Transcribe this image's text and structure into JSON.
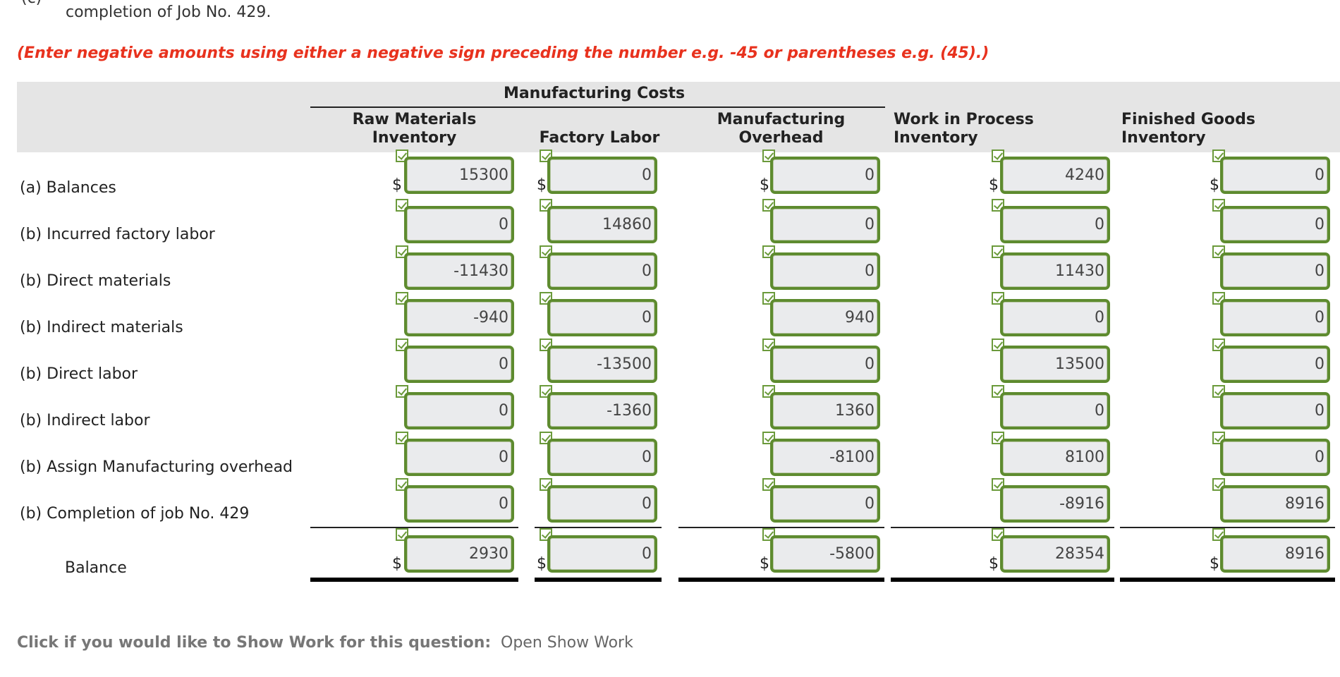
{
  "question_tail": "completion of Job No. 429.",
  "instruction": "(Enter negative amounts using either a negative sign preceding the number e.g. -45 or parentheses e.g. (45).)",
  "group_header": "Manufacturing Costs",
  "columns": [
    {
      "line1": "Raw Materials",
      "line2": "Inventory"
    },
    {
      "line1": "",
      "line2": "Factory Labor"
    },
    {
      "line1": "Manufacturing",
      "line2": "Overhead"
    },
    {
      "line1": "Work in Process",
      "line2": "Inventory"
    },
    {
      "line1": "Finished Goods",
      "line2": "Inventory"
    }
  ],
  "currency_symbol": "$",
  "rows": [
    {
      "label": "(a) Balances",
      "values": [
        "15300",
        "0",
        "0",
        "4240",
        "0"
      ]
    },
    {
      "label": "(b) Incurred factory labor",
      "values": [
        "0",
        "14860",
        "0",
        "0",
        "0"
      ]
    },
    {
      "label": "(b) Direct materials",
      "values": [
        "-11430",
        "0",
        "0",
        "11430",
        "0"
      ]
    },
    {
      "label": "(b) Indirect materials",
      "values": [
        "-940",
        "0",
        "940",
        "0",
        "0"
      ]
    },
    {
      "label": "(b) Direct labor",
      "values": [
        "0",
        "-13500",
        "0",
        "13500",
        "0"
      ]
    },
    {
      "label": "(b) Indirect labor",
      "values": [
        "0",
        "-1360",
        "1360",
        "0",
        "0"
      ]
    },
    {
      "label": "(b) Assign Manufacturing overhead",
      "values": [
        "0",
        "0",
        "-8100",
        "8100",
        "0"
      ]
    },
    {
      "label": "(b) Completion of job No. 429",
      "values": [
        "0",
        "0",
        "0",
        "-8916",
        "8916"
      ]
    }
  ],
  "balance": {
    "label": "Balance",
    "values": [
      "2930",
      "0",
      "-5800",
      "28354",
      "8916"
    ]
  },
  "footer_prompt": "Click if you would like to Show Work for this question:",
  "footer_link": "Open Show Work",
  "colors": {
    "accent_red": "#e8321e",
    "input_border": "#5e8b2f",
    "input_bg": "#eaebed",
    "header_band": "#e5e5e5"
  }
}
